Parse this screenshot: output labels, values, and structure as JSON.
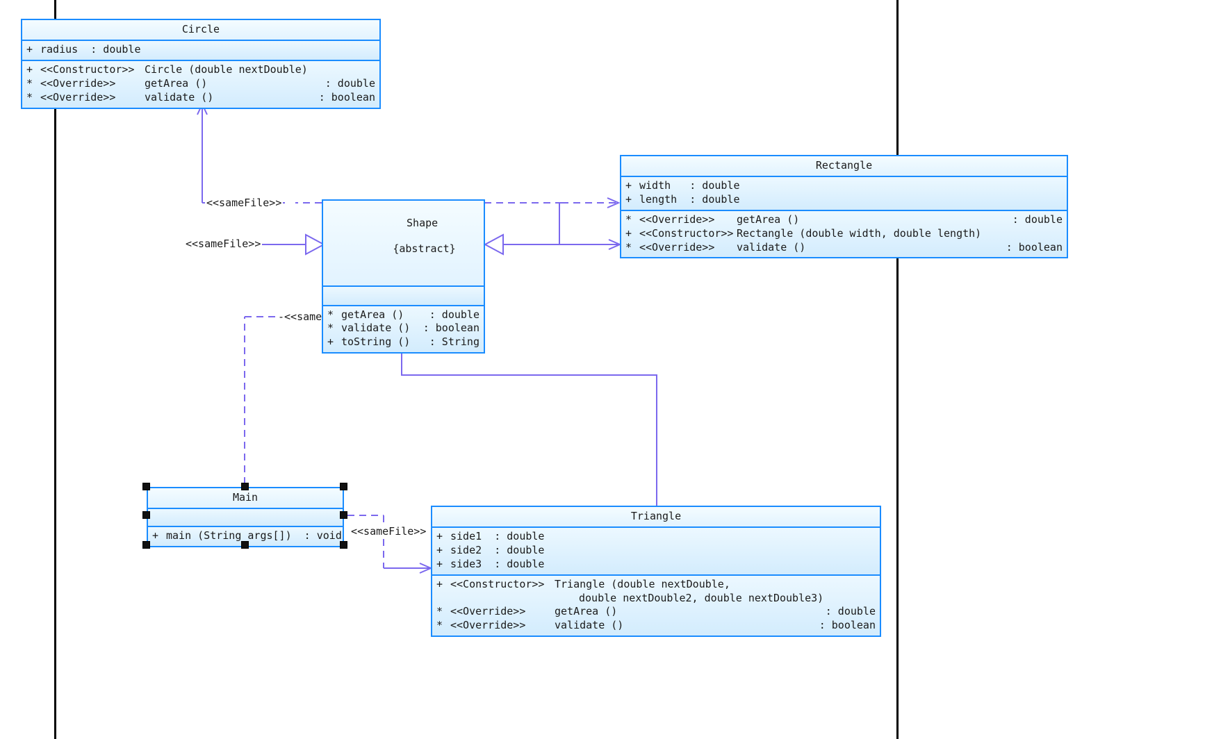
{
  "diagram": {
    "kind": "uml-class-diagram",
    "colors": {
      "class_border": "#1a8cff",
      "class_fill_top": "#f2fbff",
      "class_fill_bottom": "#bfe4fd",
      "relation_line": "#7b68ee",
      "margin_rule": "#000000",
      "selection_handle": "#111111"
    },
    "classes": [
      {
        "id": "circle",
        "name": "Circle",
        "abstract_tag": "",
        "attributes": [
          {
            "visibility": "+",
            "stereotype": "",
            "name": "radius  : double",
            "type": ""
          }
        ],
        "operations": [
          {
            "visibility": "+",
            "stereotype": "<<Constructor>>",
            "name": "Circle (double nextDouble)",
            "type": ""
          },
          {
            "visibility": "*",
            "stereotype": "<<Override>>",
            "name": "getArea ()",
            "type": ": double"
          },
          {
            "visibility": "*",
            "stereotype": "<<Override>>",
            "name": "validate ()",
            "type": ": boolean"
          }
        ]
      },
      {
        "id": "shape",
        "name": "Shape",
        "abstract_tag": "{abstract}",
        "attributes": [],
        "operations": [
          {
            "visibility": "*",
            "stereotype": "",
            "name": "getArea ()",
            "type": ": double"
          },
          {
            "visibility": "*",
            "stereotype": "",
            "name": "validate ()",
            "type": ": boolean"
          },
          {
            "visibility": "+",
            "stereotype": "",
            "name": "toString ()",
            "type": ": String"
          }
        ]
      },
      {
        "id": "rectangle",
        "name": "Rectangle",
        "abstract_tag": "",
        "attributes": [
          {
            "visibility": "+",
            "stereotype": "",
            "name": "width   : double",
            "type": ""
          },
          {
            "visibility": "+",
            "stereotype": "",
            "name": "length  : double",
            "type": ""
          }
        ],
        "operations": [
          {
            "visibility": "*",
            "stereotype": "<<Override>>",
            "name": "getArea ()",
            "type": ": double"
          },
          {
            "visibility": "+",
            "stereotype": "<<Constructor>>",
            "name": "Rectangle (double width, double length)",
            "type": ""
          },
          {
            "visibility": "*",
            "stereotype": "<<Override>>",
            "name": "validate ()",
            "type": ": boolean"
          }
        ]
      },
      {
        "id": "triangle",
        "name": "Triangle",
        "abstract_tag": "",
        "attributes": [
          {
            "visibility": "+",
            "stereotype": "",
            "name": "side1  : double",
            "type": ""
          },
          {
            "visibility": "+",
            "stereotype": "",
            "name": "side2  : double",
            "type": ""
          },
          {
            "visibility": "+",
            "stereotype": "",
            "name": "side3  : double",
            "type": ""
          }
        ],
        "operations": [
          {
            "visibility": "+",
            "stereotype": "<<Constructor>>",
            "name": "Triangle (double nextDouble,",
            "type": ""
          },
          {
            "visibility": "",
            "stereotype": "",
            "name": "double nextDouble2, double nextDouble3)",
            "type": ""
          },
          {
            "visibility": "*",
            "stereotype": "<<Override>>",
            "name": "getArea ()",
            "type": ": double"
          },
          {
            "visibility": "*",
            "stereotype": "<<Override>>",
            "name": "validate ()",
            "type": ": boolean"
          }
        ]
      },
      {
        "id": "main",
        "name": "Main",
        "abstract_tag": "",
        "attributes": [],
        "operations": [
          {
            "visibility": "+",
            "stereotype": "",
            "name": "main (String args[])  : void",
            "type": ""
          }
        ]
      }
    ],
    "relations": [
      {
        "id": "circle-shape-samefile",
        "type": "dependency",
        "label": "<<sameFile>>",
        "from": "shape",
        "to": "circle"
      },
      {
        "id": "circle-shape-generalization",
        "type": "generalization",
        "label": "<<sameFile>>",
        "from": "circle",
        "to": "shape"
      },
      {
        "id": "shape-rectangle-samefile",
        "type": "dependency",
        "label": "",
        "from": "shape",
        "to": "rectangle"
      },
      {
        "id": "rectangle-shape-generalization",
        "type": "generalization",
        "label": "",
        "from": "rectangle",
        "to": "shape"
      },
      {
        "id": "main-shape-samefile",
        "type": "dependency",
        "label": "-<<sameFile>>-",
        "from": "main",
        "to": "shape"
      },
      {
        "id": "triangle-shape-generalization",
        "type": "generalization",
        "label": "",
        "from": "triangle",
        "to": "shape"
      },
      {
        "id": "main-triangle-samefile",
        "type": "dependency",
        "label": "<<sameFile>>",
        "from": "main",
        "to": "triangle"
      }
    ],
    "selection": {
      "selected_class": "Main",
      "handle_count": 8
    }
  }
}
